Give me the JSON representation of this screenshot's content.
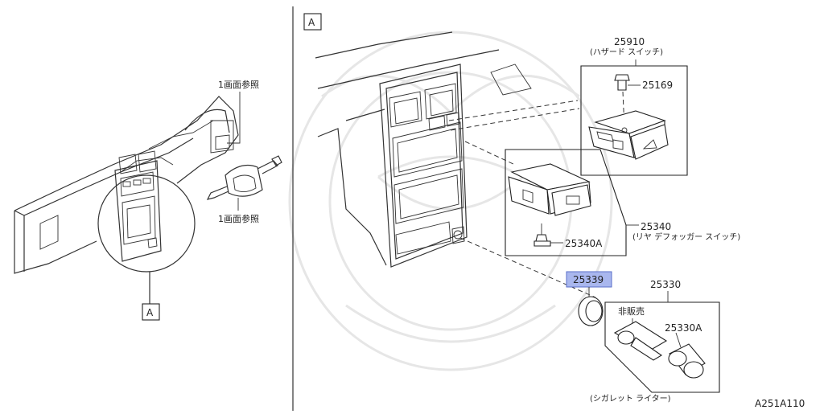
{
  "labels": {
    "ref_top": "1画面参照",
    "ref_bottom": "1画面参照",
    "view_ref_left": "A",
    "view_ref_right": "A",
    "hazard_part": "25910",
    "hazard_name": "(ハザード スイッチ)",
    "bulb_part": "25169",
    "defogger_part": "25340",
    "defogger_name": "(リヤ デフォッガー スイッチ)",
    "defogger_sub_part": "25340A",
    "highlight_part": "25339",
    "lighter_part": "25330",
    "not_sold": "非販売",
    "lighter_sub_part": "25330A",
    "lighter_name": "(シガレット  ライター)",
    "diagram_code": "A251A110"
  },
  "colors": {
    "highlight": "#a9b7ee",
    "highlight_border": "#5a6fc9"
  }
}
